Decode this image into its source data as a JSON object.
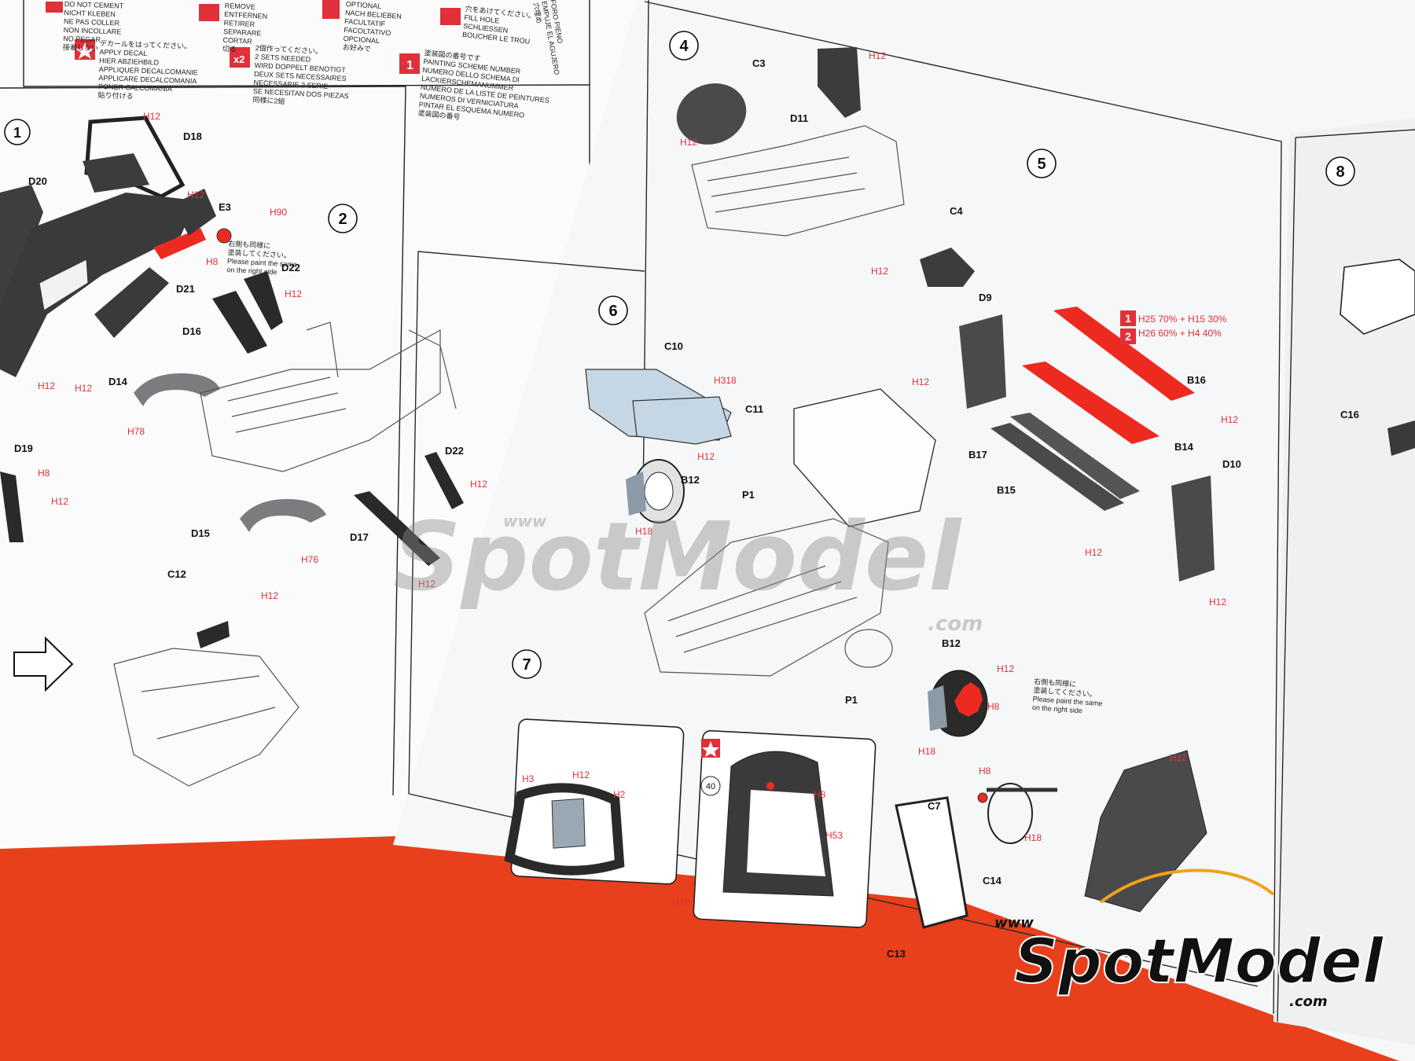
{
  "legend": {
    "items": [
      {
        "id": "no-cement",
        "lines": [
          "DO NOT CEMENT",
          "NICHT KLEBEN",
          "NE PAS COLLER",
          "NON INCOLLARE",
          "NO PEGAR",
          "接着しない"
        ]
      },
      {
        "id": "apply-decal",
        "lines": [
          "デカールをはってください。",
          "APPLY DECAL",
          "HIER ABZIEHBILD",
          "APPLIQUER DECALCOMANIE",
          "APPLICARE DECALCOMANIA",
          "PONER CALCOMANIA",
          "貼り付ける"
        ]
      },
      {
        "id": "remove",
        "lines": [
          "REMOVE",
          "ENTFERNEN",
          "RETIRER",
          "SEPARARE",
          "CORTAR",
          "切る"
        ]
      },
      {
        "id": "two-sets",
        "lines": [
          "2個作ってください。",
          "2 SETS NEEDED",
          "WIRD DOPPELT BENOTIGT",
          "DEUX SETS NECESSAIRES",
          "NECESSARIE 2 SERIE",
          "SE NECESITAN DOS PIEZAS",
          "同様に2組"
        ]
      },
      {
        "id": "optional",
        "lines": [
          "OPTIONAL",
          "NACH BELIEBEN",
          "FACULTATIF",
          "FACOLTATIVO",
          "OPCIONAL",
          "お好みで"
        ]
      },
      {
        "id": "painting-scheme",
        "lines": [
          "塗装図の番号です",
          "PAINTING SCHEME NUMBER",
          "NUMERO DELLO SCHEMA DI",
          "LACKIERSCHEMANUMMER",
          "NUMERO DE LA LISTE DE PEINTURES",
          "NUMEROS DI VERNICIATURA",
          "PINTAR EL ESQUEMA NUMERO",
          "塗装図の番号"
        ]
      },
      {
        "id": "fill-hole",
        "lines": [
          "穴をあけてください。",
          "FILL HOLE",
          "SCHLIESSEN",
          "BOUCHER LE TROU",
          "FORO PIENO",
          "EMPUJE EL AGUJERO",
          "穴埋め"
        ]
      }
    ]
  },
  "steps": [
    "1",
    "2",
    "4",
    "5",
    "6",
    "7",
    "8"
  ],
  "parts": {
    "D18": "D18",
    "D20": "D20",
    "E3": "E3",
    "D22a": "D22",
    "D21": "D21",
    "D16": "D16",
    "D14": "D14",
    "D19": "D19",
    "D15": "D15",
    "D22b": "D22",
    "D17": "D17",
    "C12": "C12",
    "C3": "C3",
    "D11": "D11",
    "C4": "C4",
    "D9": "D9",
    "B16": "B16",
    "B14": "B14",
    "B17": "B17",
    "B15": "B15",
    "D10": "D10",
    "C10": "C10",
    "C11": "C11",
    "B12a": "B12",
    "P1a": "P1",
    "B12b": "B12",
    "P1b": "P1",
    "C16": "C16",
    "C7": "C7",
    "C14": "C14",
    "C13": "C13"
  },
  "paint": {
    "h90": "H90",
    "h12": "H12",
    "h8": "H8",
    "h78": "H78",
    "h76": "H76",
    "h318": "H318",
    "h18": "H18",
    "h3": "H3",
    "h2": "H2",
    "h53": "H53",
    "mix1": "H25 70% + H15 30%",
    "mix2": "H26 60% + H4 40%"
  },
  "notes": {
    "right_side_jp": "右側も同様に",
    "right_side_jp2": "塗装してください。",
    "right_side_en1": "Please paint the same",
    "right_side_en2": "on the right side"
  },
  "decal_number": "40",
  "watermark": {
    "prefix": "www",
    "brand": "SpotModel",
    "suffix": ".com"
  },
  "colors": {
    "background": "#e8401c",
    "paper": "#ffffff",
    "paint_red": "#ec2a20",
    "part_dark": "#4a4a4c",
    "label_red": "#e0303a"
  }
}
